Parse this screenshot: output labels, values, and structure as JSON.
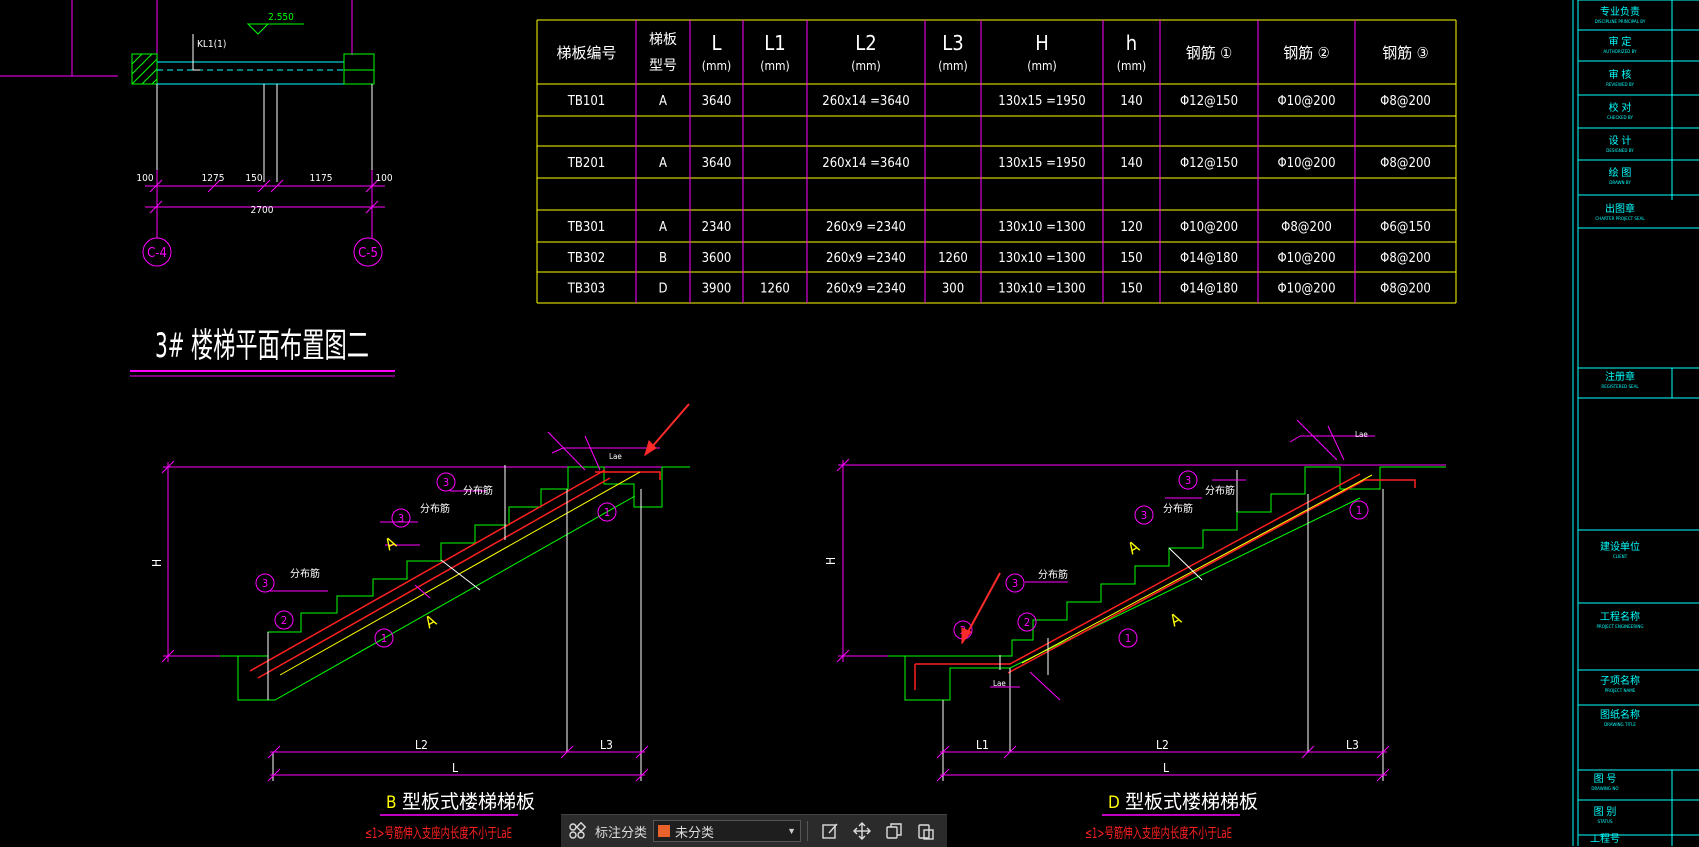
{
  "top_plan": {
    "elevation": "2.550",
    "beam": "KL1(1)",
    "dims": [
      "100",
      "1275",
      "150",
      "1175",
      "100"
    ],
    "total": "2700",
    "axis_left": "C-4",
    "axis_right": "C-5"
  },
  "plan_title": "3# 楼梯平面布置图二",
  "table": {
    "headers": [
      {
        "main": "梯板编号",
        "sub": ""
      },
      {
        "main": "梯板",
        "sub": "型号"
      },
      {
        "main": "L",
        "sub": "(mm)"
      },
      {
        "main": "L1",
        "sub": "(mm)"
      },
      {
        "main": "L2",
        "sub": "(mm)"
      },
      {
        "main": "L3",
        "sub": "(mm)"
      },
      {
        "main": "H",
        "sub": "(mm)"
      },
      {
        "main": "h",
        "sub": "(mm)"
      },
      {
        "main": "钢筋 ①",
        "sub": ""
      },
      {
        "main": "钢筋 ②",
        "sub": ""
      },
      {
        "main": "钢筋 ③",
        "sub": ""
      }
    ],
    "rows": [
      [
        "TB101",
        "A",
        "3640",
        "",
        "260x14 =3640",
        "",
        "130x15 =1950",
        "140",
        "Φ12@150",
        "Φ10@200",
        "Φ8@200"
      ],
      [
        "",
        "",
        "",
        "",
        "",
        "",
        "",
        "",
        "",
        "",
        ""
      ],
      [
        "TB201",
        "A",
        "3640",
        "",
        "260x14 =3640",
        "",
        "130x15 =1950",
        "140",
        "Φ12@150",
        "Φ10@200",
        "Φ8@200"
      ],
      [
        "",
        "",
        "",
        "",
        "",
        "",
        "",
        "",
        "",
        "",
        ""
      ],
      [
        "TB301",
        "A",
        "2340",
        "",
        "260x9 =2340",
        "",
        "130x10 =1300",
        "120",
        "Φ10@200",
        "Φ8@200",
        "Φ6@150"
      ],
      [
        "TB302",
        "B",
        "3600",
        "",
        "260x9 =2340",
        "1260",
        "130x10 =1300",
        "150",
        "Φ14@180",
        "Φ10@200",
        "Φ8@200"
      ],
      [
        "TB303",
        "D",
        "3900",
        "1260",
        "260x9 =2340",
        "300",
        "130x10 =1300",
        "150",
        "Φ14@180",
        "Φ10@200",
        "Φ8@200"
      ]
    ]
  },
  "stair_b": {
    "title_letter": "B",
    "title": "型板式楼梯梯板",
    "note": "≤1>号筋伸入支座内长度不小于LaE",
    "label_h": "H",
    "label_l": "L",
    "label_l2": "L2",
    "label_l3": "L3",
    "dist_bar": "分布筋",
    "lae": "Lae",
    "callouts": [
      "1",
      "2",
      "3",
      "A"
    ]
  },
  "stair_d": {
    "title_letter": "D",
    "title": "型板式楼梯梯板",
    "note": "≤1>号筋伸入支座内长度不小于LaE",
    "label_h": "H",
    "label_l": "L",
    "label_l1": "L1",
    "label_l2": "L2",
    "label_l3": "L3",
    "dist_bar": "分布筋",
    "lae": "Lae",
    "callouts": [
      "1",
      "2",
      "3",
      "A"
    ]
  },
  "title_block": {
    "rows": [
      {
        "cn": "专业负责",
        "en": "DISCIPLINE PRINCIPAL BY"
      },
      {
        "cn": "审 定",
        "en": "AUTHORIZED BY"
      },
      {
        "cn": "审 核",
        "en": "REVIEWED BY"
      },
      {
        "cn": "校 对",
        "en": "CHECKED BY"
      },
      {
        "cn": "设 计",
        "en": "DESIGNED BY"
      },
      {
        "cn": "绘 图",
        "en": "DRAWN BY"
      },
      {
        "cn": "出图章",
        "en": "CHARTER PROJECT SEAL"
      },
      {
        "cn": "注册章",
        "en": "REGISTERED SEAL"
      },
      {
        "cn": "建设单位",
        "en": "CLIENT"
      },
      {
        "cn": "工程名称",
        "en": "PROJECT ENGINEERING"
      },
      {
        "cn": "子项名称",
        "en": "PROJECT NAME"
      },
      {
        "cn": "图纸名称",
        "en": "DRAWING TITLE"
      },
      {
        "cn": "图 号",
        "en": "DRAWING NO"
      },
      {
        "cn": "图 别",
        "en": "STATUS"
      },
      {
        "cn": "工程号",
        "en": ""
      }
    ]
  },
  "toolbar": {
    "label": "标注分类",
    "selected": "未分类",
    "accent": "#e8622a"
  },
  "colors": {
    "magenta": "#ff00ff",
    "yellow": "#ffff00",
    "green": "#00ff00",
    "red": "#ff2020",
    "cyan": "#00ffff",
    "white": "#ffffff"
  }
}
